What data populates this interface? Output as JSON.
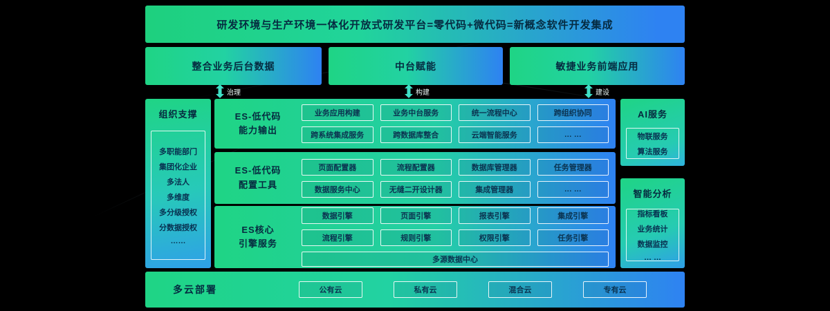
{
  "banner": "研发环境与生产环境一体化开放式研发平台=零代码+微代码=新概念软件开发集成",
  "top_row": [
    "整合业务后台数据",
    "中台赋能",
    "敏捷业务前端应用"
  ],
  "connectors": [
    "治理",
    "构建",
    "建设"
  ],
  "org_panel": {
    "title": "组织支撑",
    "items": [
      "多职能部门",
      "集团化企业",
      "多法人",
      "多维度",
      "多分级授权",
      "分数据授权",
      "……"
    ]
  },
  "sections": [
    {
      "title": "ES-低代码\n能力输出",
      "rows": [
        [
          "业务应用构建",
          "业务中台服务",
          "统一流程中心",
          "跨组织协同"
        ],
        [
          "跨系统集成服务",
          "跨数据库整合",
          "云端智能服务",
          "… …"
        ]
      ]
    },
    {
      "title": "ES-低代码\n配置工具",
      "rows": [
        [
          "页面配置器",
          "流程配置器",
          "数据库管理器",
          "任务管理器"
        ],
        [
          "数据服务中心",
          "无缝二开设计器",
          "集成管理器",
          "… …"
        ]
      ]
    },
    {
      "title": "ES核心\n引擎服务",
      "rows": [
        [
          "数据引擎",
          "页面引擎",
          "报表引擎",
          "集成引擎"
        ],
        [
          "流程引擎",
          "规则引擎",
          "权限引擎",
          "任务引擎"
        ]
      ],
      "footer": "多源数据中心"
    }
  ],
  "ai_panel": {
    "title": "AI服务",
    "items": [
      "物联服务",
      "算法服务"
    ]
  },
  "analytics_panel": {
    "title": "智能分析",
    "items": [
      "指标看板",
      "业务统计",
      "数据监控",
      "… …"
    ]
  },
  "bottom": {
    "title": "多云部署",
    "clouds": [
      "公有云",
      "私有云",
      "混合云",
      "专有云"
    ]
  },
  "colors": {
    "green": "#1fd485",
    "blue": "#2e82f2",
    "text_dark": "#06293f",
    "arrow": "#3fe0c6"
  }
}
